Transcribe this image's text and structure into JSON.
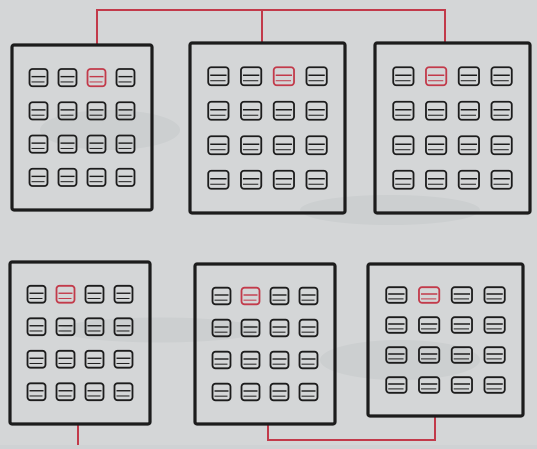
{
  "diagram": {
    "paper_color": "#d4d6d7",
    "ink_color": "#1c1c1c",
    "wire_color": "#c23a4a",
    "top_bus": {
      "label": ""
    },
    "bottom_bus": {
      "label": ""
    },
    "racks": [
      {
        "id": "rack-1",
        "row": "top",
        "red_slots": [
          [
            0,
            2
          ]
        ]
      },
      {
        "id": "rack-2",
        "row": "top",
        "red_slots": [
          [
            0,
            2
          ]
        ]
      },
      {
        "id": "rack-3",
        "row": "top",
        "red_slots": [
          [
            0,
            1
          ]
        ]
      },
      {
        "id": "rack-4",
        "row": "bottom",
        "red_slots": [
          [
            0,
            1
          ]
        ]
      },
      {
        "id": "rack-5",
        "row": "bottom",
        "red_slots": [
          [
            0,
            1
          ]
        ]
      },
      {
        "id": "rack-6",
        "row": "bottom",
        "red_slots": [
          [
            0,
            1
          ]
        ]
      }
    ],
    "rows_per_rack": 4,
    "cols_per_rack": 4
  }
}
